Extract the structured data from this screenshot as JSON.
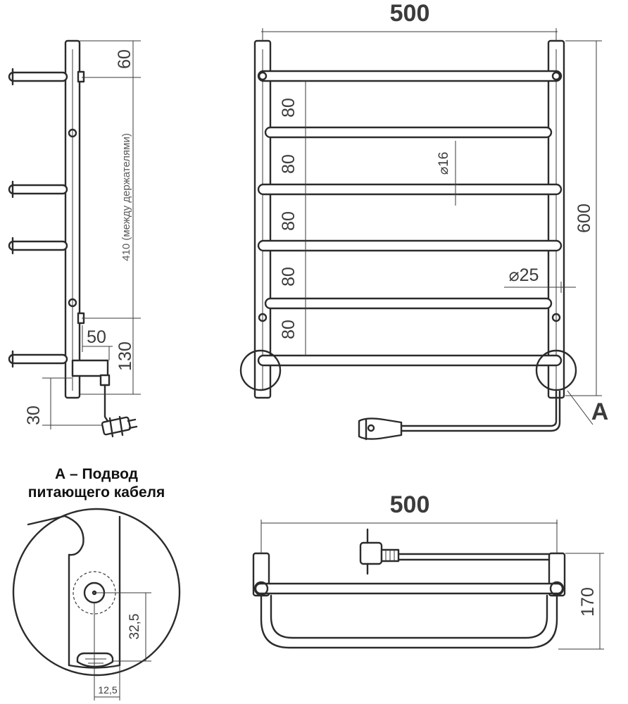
{
  "labels": {
    "front_width": "500",
    "top_width": "500",
    "height_total": "600",
    "depth": "170",
    "gap_top": "60",
    "between_holders": "410 (между держателями)",
    "holder_offset": "50",
    "bottom_offset": "130",
    "plug_drop": "30",
    "spacing": [
      "80",
      "80",
      "80",
      "80",
      "80"
    ],
    "diam_small": "⌀16",
    "diam_large": "⌀25",
    "detail_marker": "A",
    "detail_title_line1": "А – Подвод",
    "detail_title_line2": "питающего кабеля",
    "detail_height": "32,5",
    "detail_width": "12,5"
  }
}
